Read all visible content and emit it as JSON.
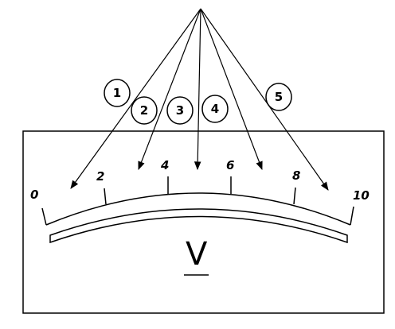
{
  "scale": {
    "tick_labels": [
      "0",
      "2",
      "4",
      "6",
      "8",
      "10"
    ],
    "unit": "V"
  },
  "pointers": {
    "labels": [
      "1",
      "2",
      "3",
      "4",
      "5"
    ]
  }
}
